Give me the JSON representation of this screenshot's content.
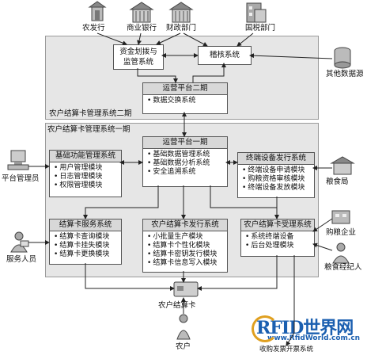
{
  "top_entities": {
    "nongfa": "农发行",
    "commercial_bank": "商业银行",
    "finance_dept": "财政部门",
    "tax_dept": "国税部门"
  },
  "system2": {
    "title": "农户结算卡管理系统二期",
    "fund_box": "资金划拨与\n监管系统",
    "audit_box": "稽核系统",
    "ops2_title": "运营平台二期",
    "ops2_item": "数据交换系统"
  },
  "other_data_source": "其他数据源",
  "system1": {
    "title": "农户结算卡管理系统一期",
    "ops1": {
      "title": "运营平台一期",
      "items": [
        "基础数据管理系统",
        "基础数据分析系统",
        "安全追溯系统"
      ]
    },
    "basic_mgmt": {
      "title": "基础功能管理系统",
      "items": [
        "用户管理模块",
        "日志管理模块",
        "权限管理模块"
      ]
    },
    "terminal": {
      "title": "终端设备发行系统",
      "items": [
        "终端设备申请模块",
        "购粮资格审核模块",
        "终端设备发放模块"
      ]
    },
    "card_service": {
      "title": "结算卡服务系统",
      "items": [
        "结算卡查询模块",
        "结算卡挂失模块",
        "结算卡更换模块"
      ]
    },
    "card_issue": {
      "title": "农户结算卡发行系统",
      "items": [
        "小批量生产模块",
        "结算卡个性化模块",
        "结算卡密钥发行模块",
        "结算卡信息写入模块"
      ]
    },
    "card_accept": {
      "title": "农户结算卡受理系统",
      "items": [
        "系统终端设备",
        "后台处理模块"
      ]
    }
  },
  "side_entities": {
    "platform_admin": "平台管理员",
    "service_staff": "服务人员",
    "grain_bureau": "粮食局",
    "grain_enterprise": "购粮企业",
    "grain_broker": "粮食经纪人"
  },
  "card_label": "农户结算卡",
  "farmer_label": "农户",
  "acquisition_label": "收购发票开票系统",
  "watermark": {
    "brand": "RFID世界网",
    "url": "www.RfidWorld.com.cn"
  },
  "colors": {
    "panel_bg": "#e6e6e6",
    "box_header": "#d8d8d8",
    "line": "#222222"
  }
}
